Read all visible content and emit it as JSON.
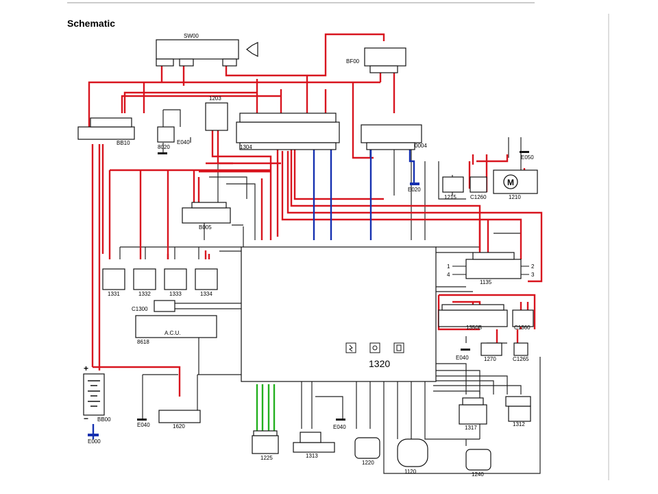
{
  "title": "Schematic",
  "colors": {
    "power": "#d8141e",
    "ground": "#1530b0",
    "signal": "#22b01e",
    "wire": "#222222"
  },
  "components": {
    "sw00": "SW00",
    "bf00": "BF00",
    "bb10": "BB10",
    "c1203": "1203",
    "c8020": "8020",
    "e040_top": "E040",
    "c1304": "1304",
    "c0004": "0004",
    "e020": "E020",
    "e050": "E050",
    "c1215": "1215",
    "c1260": "C1260",
    "c1210": "1210",
    "b005": "B005",
    "c1331": "1331",
    "c1332": "1332",
    "c1333": "1333",
    "c1334": "1334",
    "c1300": "C1300",
    "c8618": "8618",
    "acu": "A.C.U.",
    "c1320": "1320",
    "c1135": "1135",
    "c1350b": "1350B",
    "c1360": "C1360",
    "e040_mid": "E040",
    "c1270": "1270",
    "c1265": "C1265",
    "bb00": "BB00",
    "e000": "E000",
    "e040_left": "E040",
    "c1620": "1620",
    "c1225": "1225",
    "c1313": "1313",
    "e040_bot": "E040",
    "c1220": "1220",
    "c1120": "1120",
    "c1317": "1317",
    "c1312": "1312",
    "c1240": "1240"
  },
  "arrow_labels": {
    "left_1": "1",
    "left_4": "4",
    "right_2": "2",
    "right_3": "3"
  }
}
